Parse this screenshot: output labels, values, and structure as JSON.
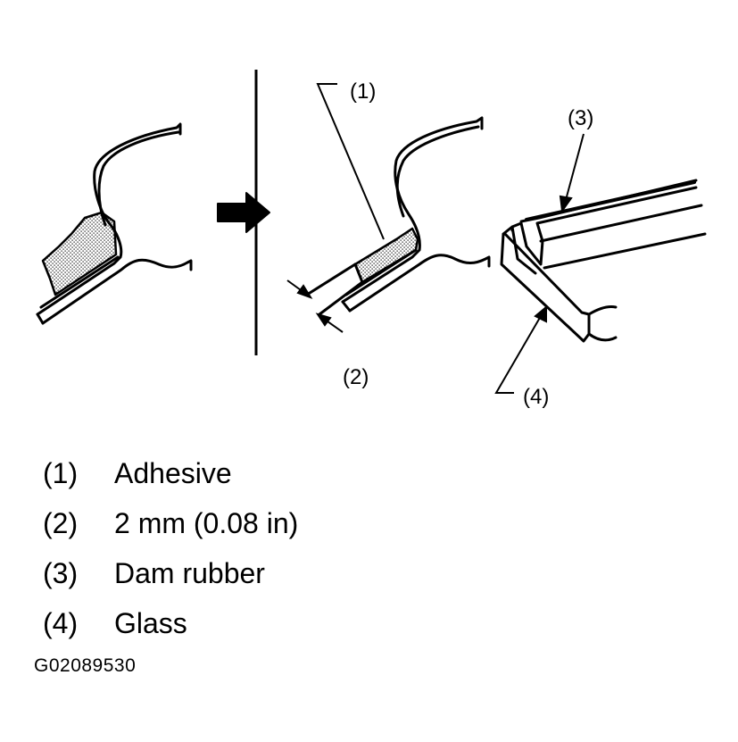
{
  "callouts": [
    "(1)",
    "(2)",
    "(3)",
    "(4)"
  ],
  "legend": [
    {
      "num": "(1)",
      "label": "Adhesive"
    },
    {
      "num": "(2)",
      "label": "2 mm (0.08 in)"
    },
    {
      "num": "(3)",
      "label": "Dam rubber"
    },
    {
      "num": "(4)",
      "label": "Glass"
    }
  ],
  "figure_code": "G02089530",
  "colors": {
    "ink": "#000000",
    "paper": "#ffffff"
  },
  "icons": [
    "direction-arrow-icon"
  ]
}
